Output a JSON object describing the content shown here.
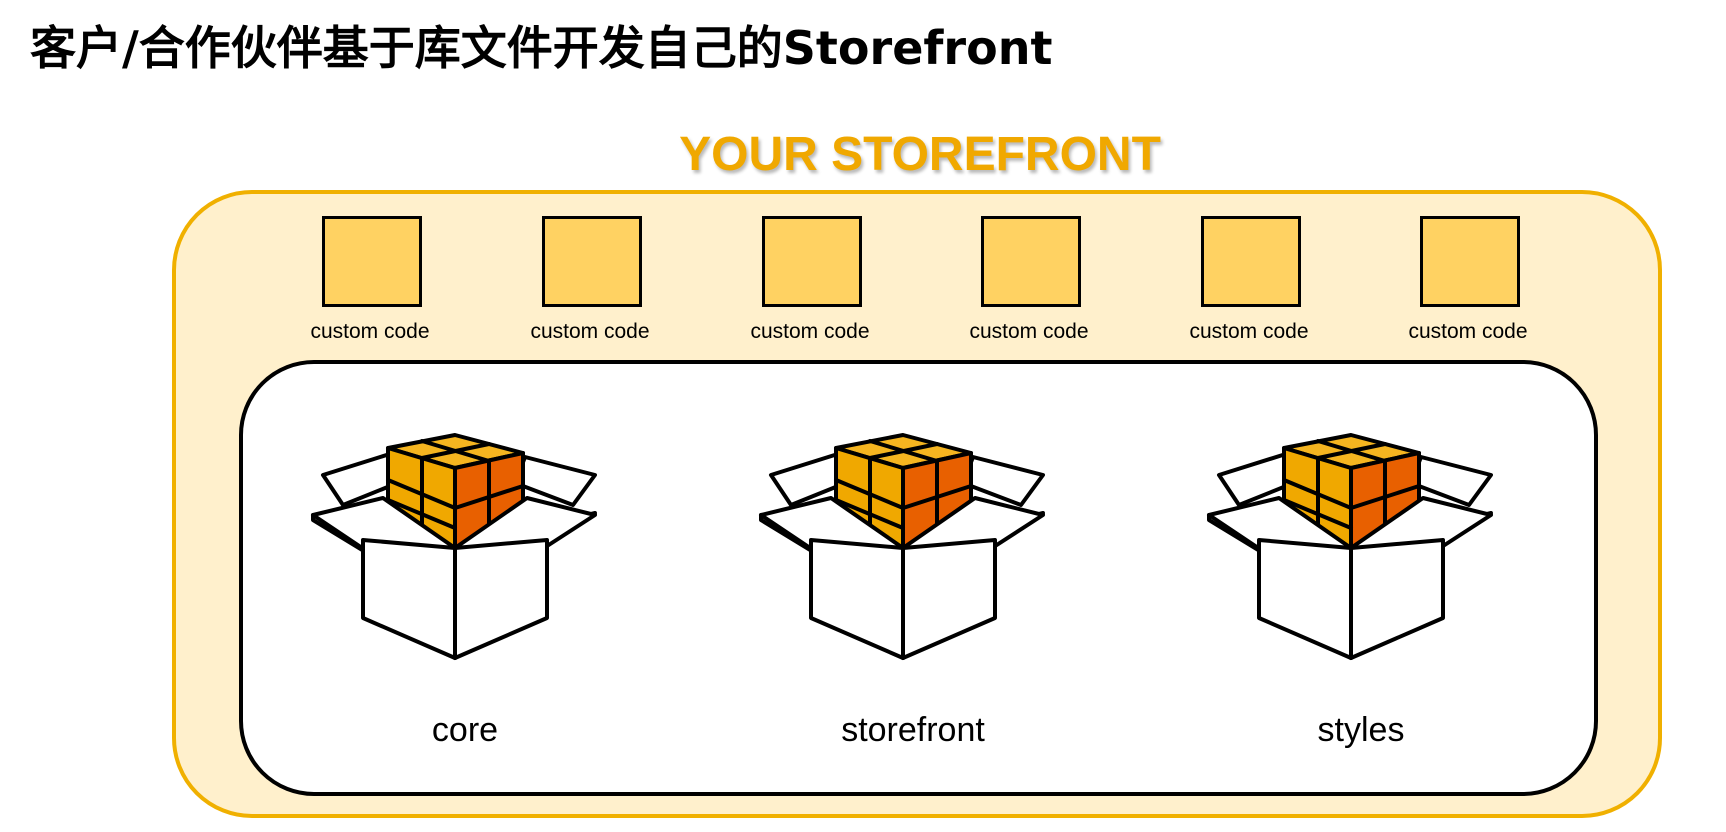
{
  "title": "客户/合作伙伴基于库文件开发自己的Storefront",
  "storefront": {
    "heading": "YOUR STOREFRONT",
    "custom_code_items": [
      {
        "label": "custom code"
      },
      {
        "label": "custom code"
      },
      {
        "label": "custom code"
      },
      {
        "label": "custom code"
      },
      {
        "label": "custom code"
      },
      {
        "label": "custom code"
      }
    ]
  },
  "libraries": [
    {
      "label": "core",
      "icon": "package-icon"
    },
    {
      "label": "storefront",
      "icon": "package-icon"
    },
    {
      "label": "styles",
      "icon": "package-icon"
    }
  ],
  "colors": {
    "heading": "#f0a800",
    "outer_fill": "#fff0cc",
    "outer_border": "#f0b000",
    "custom_code_fill": "#ffd262",
    "cube_left": "#f0a800",
    "cube_top": "#f5b520",
    "cube_right": "#e86000"
  }
}
